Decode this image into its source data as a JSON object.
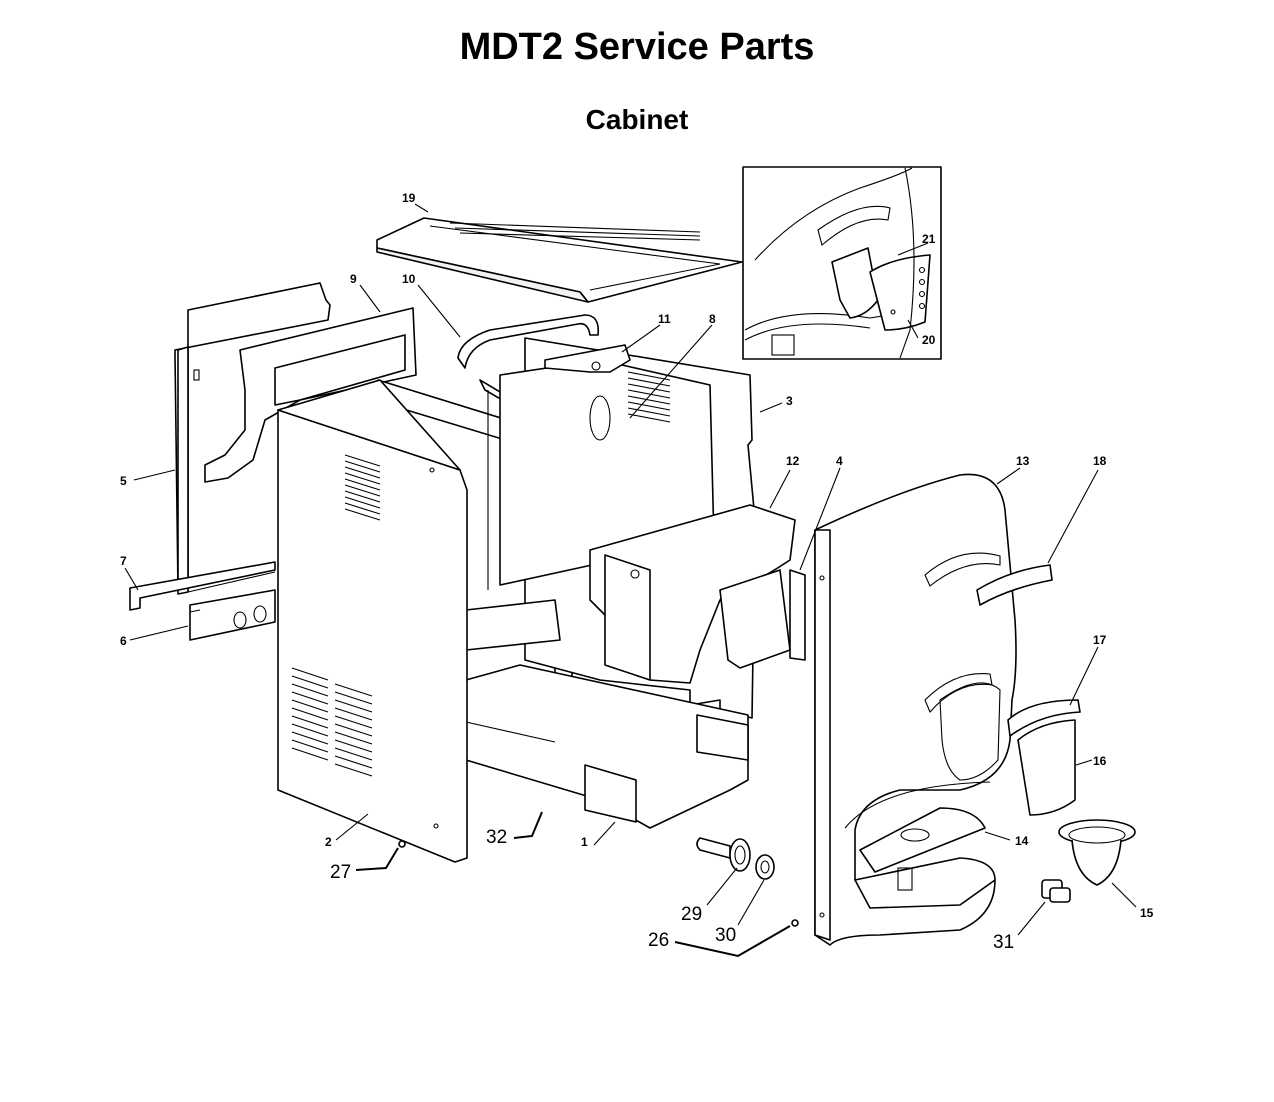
{
  "header": {
    "title": "MDT2 Service Parts",
    "subtitle": "Cabinet"
  },
  "callouts": [
    {
      "id": "c19",
      "text": "19"
    },
    {
      "id": "c9",
      "text": "9"
    },
    {
      "id": "c10",
      "text": "10"
    },
    {
      "id": "c11",
      "text": "11"
    },
    {
      "id": "c8",
      "text": "8"
    },
    {
      "id": "c3",
      "text": "3"
    },
    {
      "id": "c21",
      "text": "21"
    },
    {
      "id": "c20",
      "text": "20"
    },
    {
      "id": "c5",
      "text": "5"
    },
    {
      "id": "c7",
      "text": "7"
    },
    {
      "id": "c6",
      "text": "6"
    },
    {
      "id": "c12",
      "text": "12"
    },
    {
      "id": "c4",
      "text": "4"
    },
    {
      "id": "c13",
      "text": "13"
    },
    {
      "id": "c18",
      "text": "18"
    },
    {
      "id": "c17",
      "text": "17"
    },
    {
      "id": "c16",
      "text": "16"
    },
    {
      "id": "c14",
      "text": "14"
    },
    {
      "id": "c15",
      "text": "15"
    },
    {
      "id": "c2",
      "text": "2"
    },
    {
      "id": "c27",
      "text": "27"
    },
    {
      "id": "c32",
      "text": "32"
    },
    {
      "id": "c1",
      "text": "1"
    },
    {
      "id": "c29",
      "text": "29"
    },
    {
      "id": "c30",
      "text": "30"
    },
    {
      "id": "c26",
      "text": "26"
    },
    {
      "id": "c31",
      "text": "31"
    }
  ]
}
